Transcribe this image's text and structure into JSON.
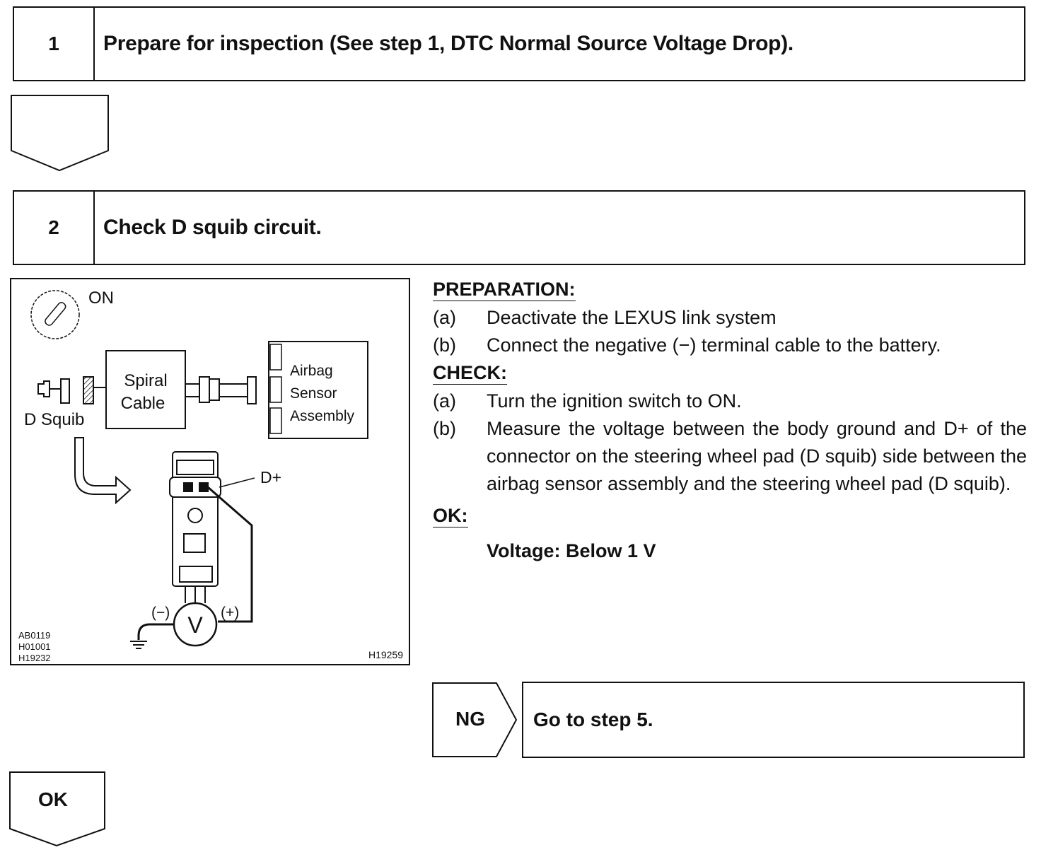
{
  "step1": {
    "number": "1",
    "title": "Prepare for inspection (See step 1, DTC Normal Source Voltage Drop)."
  },
  "step2": {
    "number": "2",
    "title": "Check D squib circuit."
  },
  "figure": {
    "ignition_label": "ON",
    "spiral_cable": "Spiral Cable",
    "spiral_line1": "Spiral",
    "spiral_line2": "Cable",
    "d_squib": "D Squib",
    "airbag_line1": "Airbag",
    "airbag_line2": "Sensor",
    "airbag_line3": "Assembly",
    "terminal": "D+",
    "minus": "(−)",
    "plus": "(+)",
    "meter": "V",
    "ref_left": [
      "AB0119",
      "H01001",
      "H19232"
    ],
    "ref_right": "H19259"
  },
  "instructions": {
    "preparation_heading": "PREPARATION:",
    "preparation": [
      {
        "label": "(a)",
        "text": "Deactivate the LEXUS link system"
      },
      {
        "label": "(b)",
        "text": "Connect the negative (−) terminal cable to the battery."
      }
    ],
    "check_heading": "CHECK:",
    "check": [
      {
        "label": "(a)",
        "text": "Turn the ignition switch to ON."
      },
      {
        "label": "(b)",
        "text": "Measure the voltage between the body ground and D+ of the connector on the steering wheel pad (D squib) side between the airbag sensor assembly and the steering wheel pad (D squib)."
      }
    ],
    "ok_heading": "OK:",
    "ok_value": "Voltage: Below 1 V"
  },
  "ng": {
    "label": "NG",
    "action": "Go to step 5."
  },
  "ok": {
    "label": "OK"
  }
}
